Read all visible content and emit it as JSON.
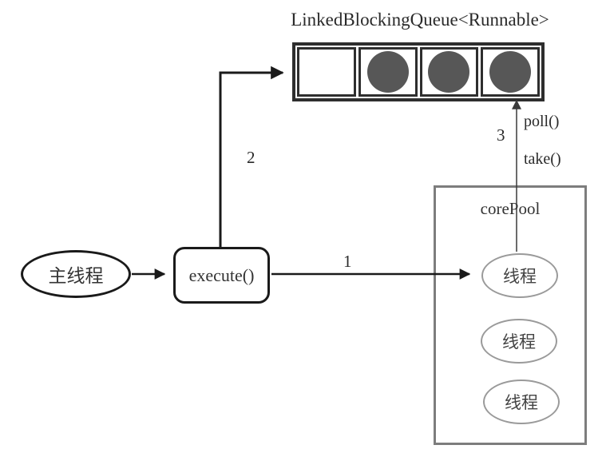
{
  "title": "LinkedBlockingQueue<Runnable>",
  "queue": {
    "cells": [
      {
        "filled": false
      },
      {
        "filled": true
      },
      {
        "filled": true
      },
      {
        "filled": true
      }
    ]
  },
  "main_thread": {
    "label": "主线程"
  },
  "execute_box": {
    "label": "execute()"
  },
  "core_pool": {
    "label": "corePool",
    "threads": [
      {
        "label": "线程"
      },
      {
        "label": "线程"
      },
      {
        "label": "线程"
      }
    ]
  },
  "arrows": {
    "label_1": "1",
    "label_2": "2",
    "label_3": "3",
    "poll_label": "poll()",
    "take_label": "take()"
  },
  "colors": {
    "line": "#1a1a1a",
    "queue_border": "#2e2e2e",
    "task_fill": "#575757",
    "core_pool_border": "#7d7d7d",
    "thread_ellipse_border": "#9a9a9a",
    "background": "#ffffff"
  }
}
